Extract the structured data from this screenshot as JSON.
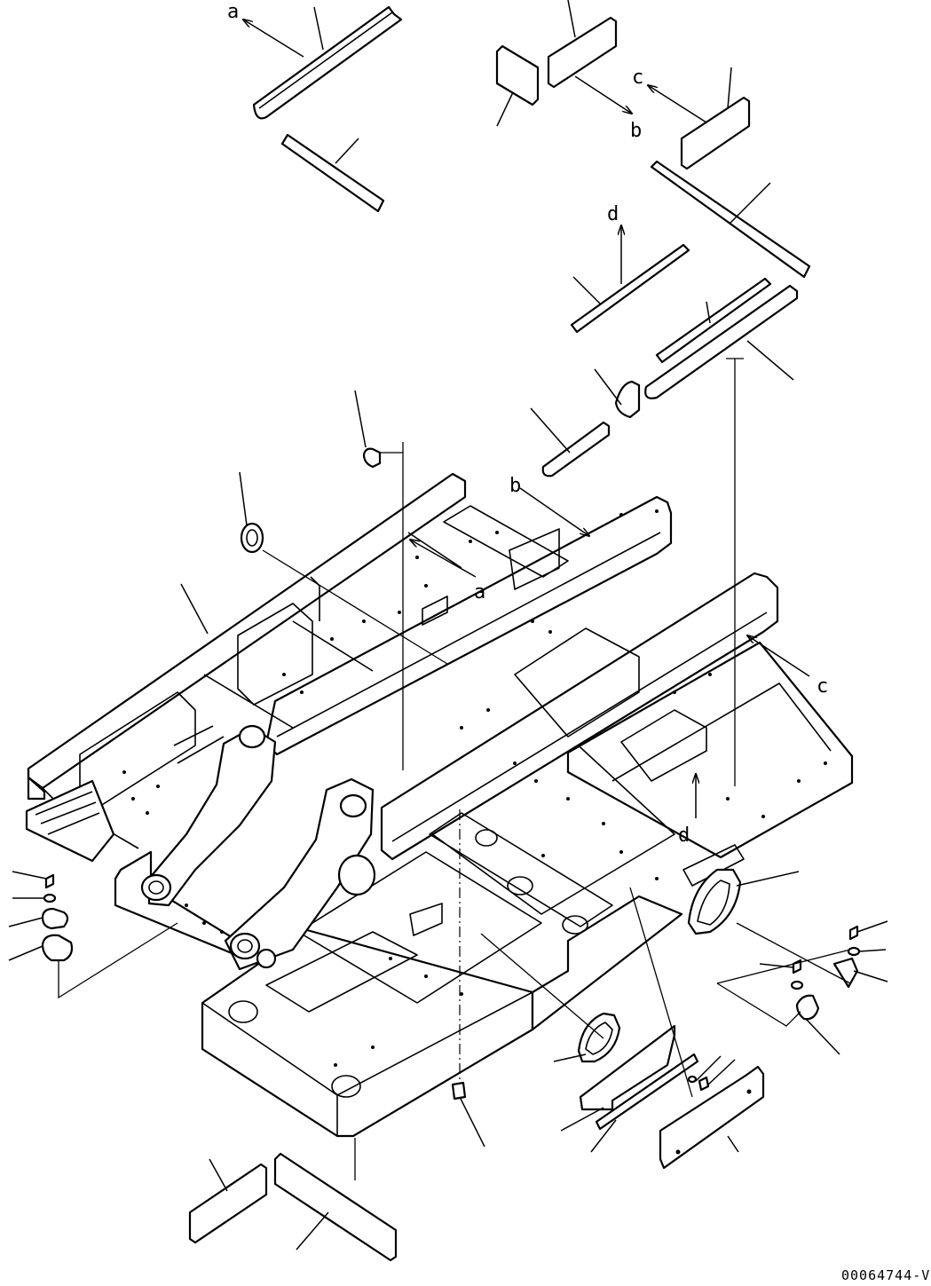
{
  "labels": {
    "a": "a",
    "b": "b",
    "c": "c",
    "d": "d"
  },
  "drawing_code": "00064744-V",
  "colors": {
    "line": "#000000",
    "background": "#ffffff"
  }
}
